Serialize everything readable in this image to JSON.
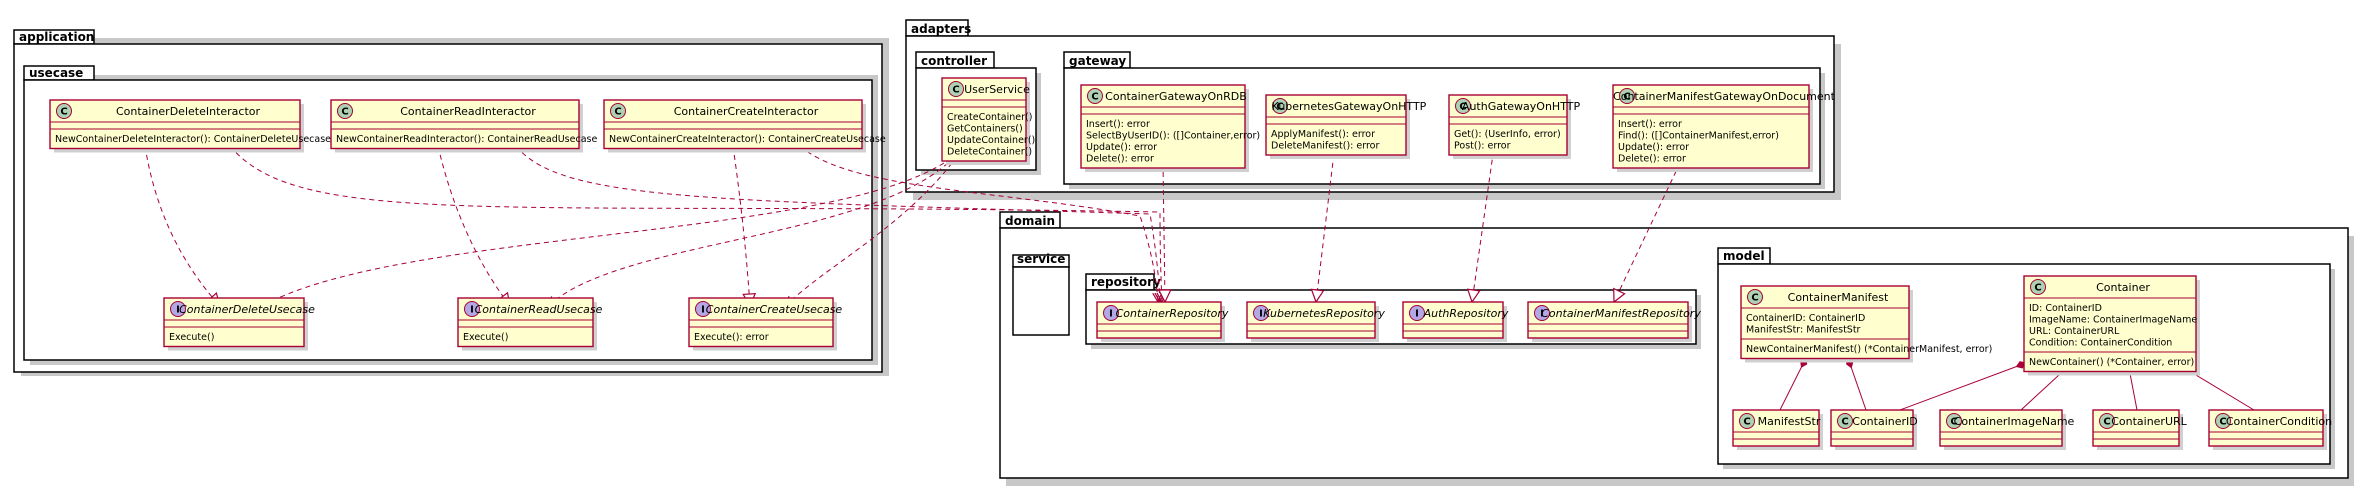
{
  "packages": {
    "application": "application",
    "usecase": "usecase",
    "adapters": "adapters",
    "controller": "controller",
    "gateway": "gateway",
    "domain": "domain",
    "service": "service",
    "repository": "repository",
    "model": "model"
  },
  "classes": {
    "delete_interactor": {
      "kind": "C",
      "name": "ContainerDeleteInteractor",
      "members": [],
      "methods": [
        "NewContainerDeleteInteractor(): ContainerDeleteUsecase"
      ]
    },
    "read_interactor": {
      "kind": "C",
      "name": "ContainerReadInteractor",
      "members": [],
      "methods": [
        "NewContainerReadInteractor(): ContainerReadUsecase"
      ]
    },
    "create_interactor": {
      "kind": "C",
      "name": "ContainerCreateInteractor",
      "members": [],
      "methods": [
        "NewContainerCreateInteractor(): ContainerCreateUsecase"
      ]
    },
    "delete_usecase": {
      "kind": "I",
      "name": "ContainerDeleteUsecase",
      "members": [],
      "methods": [
        "Execute()"
      ]
    },
    "read_usecase": {
      "kind": "I",
      "name": "ContainerReadUsecase",
      "members": [],
      "methods": [
        "Execute()"
      ]
    },
    "create_usecase": {
      "kind": "I",
      "name": "ContainerCreateUsecase",
      "members": [],
      "methods": [
        "Execute(): error"
      ]
    },
    "user_service": {
      "kind": "C",
      "name": "UserService",
      "members": [],
      "methods": [
        "CreateContainer()",
        "GetContainers()",
        "UpdateContainer()",
        "DeleteContainer()"
      ]
    },
    "gateway_rdb": {
      "kind": "C",
      "name": "ContainerGatewayOnRDB",
      "members": [],
      "methods": [
        "Insert(): error",
        "SelectByUserID(): ([]Container,error)",
        "Update(): error",
        "Delete(): error"
      ]
    },
    "gateway_k8s": {
      "kind": "C",
      "name": "KubernetesGatewayOnHTTP",
      "members": [],
      "methods": [
        "ApplyManifest(): error",
        "DeleteManifest(): error"
      ]
    },
    "gateway_auth": {
      "kind": "C",
      "name": "AuthGatewayOnHTTP",
      "members": [],
      "methods": [
        "Get(): (UserInfo, error)",
        "Post(): error"
      ]
    },
    "gateway_manifest": {
      "kind": "C",
      "name": "ContainerManifestGatewayOnDocument",
      "members": [],
      "methods": [
        "Insert(): error",
        "Find(): ([]ContainerManifest,error)",
        "Update(): error",
        "Delete(): error"
      ]
    },
    "repo_container": {
      "kind": "I",
      "name": "ContainerRepository",
      "members": [],
      "methods": []
    },
    "repo_k8s": {
      "kind": "I",
      "name": "KubernetesRepository",
      "members": [],
      "methods": []
    },
    "repo_auth": {
      "kind": "I",
      "name": "AuthRepository",
      "members": [],
      "methods": []
    },
    "repo_manifest": {
      "kind": "I",
      "name": "ContainerManifestRepository",
      "members": [],
      "methods": []
    },
    "container_manifest": {
      "kind": "C",
      "name": "ContainerManifest",
      "members": [
        "ContainerID: ContainerID",
        "ManifestStr: ManifestStr"
      ],
      "methods": [
        "NewContainerManifest() (*ContainerManifest, error)"
      ]
    },
    "container": {
      "kind": "C",
      "name": "Container",
      "members": [
        "ID: ContainerID",
        "ImageName: ContainerImageName",
        "URL: ContainerURL",
        "Condition: ContainerCondition"
      ],
      "methods": [
        "NewContainer() (*Container, error)"
      ]
    },
    "manifest_str": {
      "kind": "C",
      "name": "ManifestStr",
      "members": [],
      "methods": []
    },
    "container_id": {
      "kind": "C",
      "name": "ContainerID",
      "members": [],
      "methods": []
    },
    "container_image_name": {
      "kind": "C",
      "name": "ContainerImageName",
      "members": [],
      "methods": []
    },
    "container_url": {
      "kind": "C",
      "name": "ContainerURL",
      "members": [],
      "methods": []
    },
    "container_condition": {
      "kind": "C",
      "name": "ContainerCondition",
      "members": [],
      "methods": []
    }
  },
  "colors": {
    "class_fill": "#fefece",
    "class_border": "#a80036",
    "class_badge": "#add1b2",
    "interface_badge": "#b4a7e5",
    "relation": "#a80036"
  }
}
